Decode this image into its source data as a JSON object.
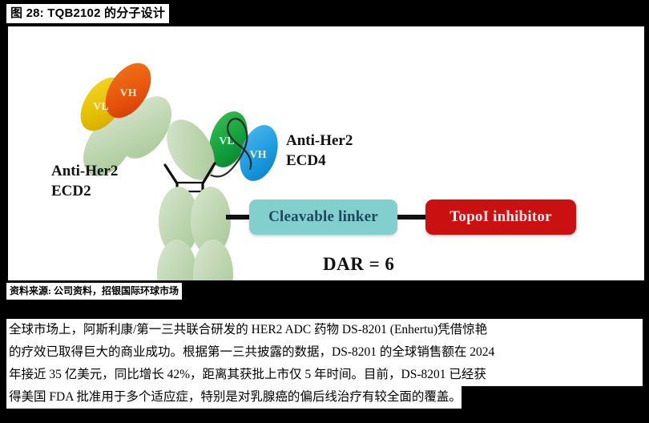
{
  "figure": {
    "title": "图 28: TQB2102 的分子设计",
    "source": "资料来源: 公司资料，招银国际环球市场",
    "diagram": {
      "type": "bispecific-antibody-drug-conjugate-schematic",
      "labels": {
        "left_arm": "Anti-Her2\nECD2",
        "right_arm": "Anti-Her2\nECD4",
        "dar": "DAR = 6"
      },
      "boxes": [
        {
          "name": "cleavable-linker",
          "label": "Cleavable linker",
          "fill": "#82CFCE",
          "text_color": "#1C4A5C"
        },
        {
          "name": "topo1-inhibitor",
          "label": "TopoI inhibitor",
          "fill": "#CB1012",
          "text_color": "#FBF3EC"
        }
      ],
      "domains": [
        {
          "name": "vh-left",
          "label": "VH",
          "fill": "#E8540C"
        },
        {
          "name": "vl-left",
          "label": "VL",
          "fill": "#E5C000"
        },
        {
          "name": "vl-right",
          "label": "VL",
          "fill": "#12A03C"
        },
        {
          "name": "vh-right",
          "label": "VH",
          "fill": "#1C9BE0"
        }
      ],
      "scaffold_color": "#B9D3AC"
    }
  },
  "body": {
    "lines": [
      "全球市场上，阿斯利康/第一三共联合研发的 HER2 ADC 药物 DS-8201 (Enhertu)凭借惊艳",
      "的疗效已取得巨大的商业成功。根据第一三共披露的数据，DS-8201 的全球销售额在 2024",
      "年接近 35 亿美元，同比增长 42%，距离其获批上市仅 5 年时间。目前，DS-8201 已经获",
      "得美国 FDA 批准用于多个适应症，特别是对乳腺癌的偏后线治疗有较全面的覆盖。"
    ]
  }
}
